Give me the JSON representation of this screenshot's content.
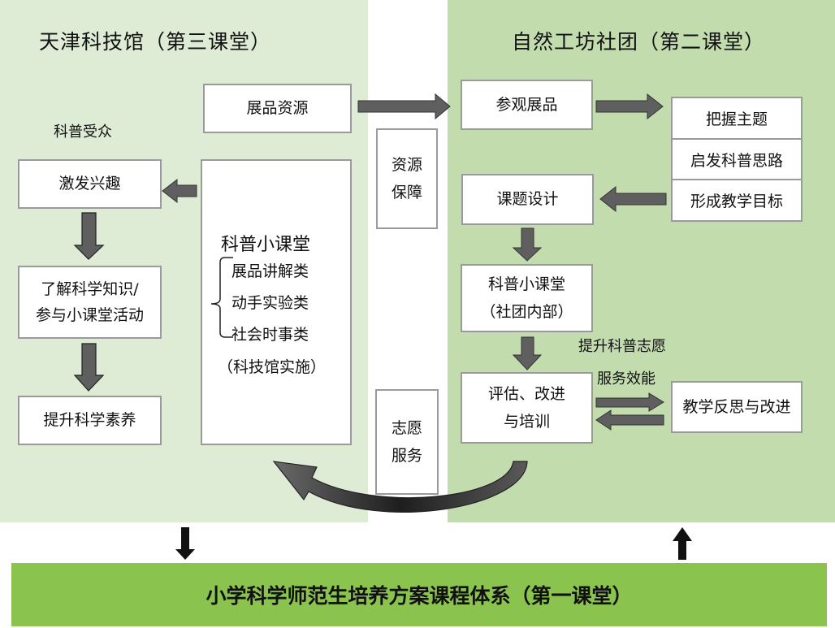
{
  "left_panel": {
    "title": "天津科技馆（第三课堂）",
    "audience_label": "科普受众",
    "exhibit_resources": "展品资源",
    "flow": [
      "激发兴趣",
      "了解科学知识/",
      "参与小课堂活动",
      "提升科学素养"
    ],
    "classroom": {
      "title": "科普小课堂",
      "types": [
        "展品讲解类",
        "动手实验类",
        "社会时事类"
      ],
      "note": "（科技馆实施）"
    }
  },
  "middle": {
    "resource_support": [
      "资源",
      "保障"
    ],
    "volunteer_service": [
      "志愿",
      "服务"
    ]
  },
  "right_panel": {
    "title": "自然工坊社团（第二课堂）",
    "visit_exhibits": "参观展品",
    "stack": [
      "把握主题",
      "启发科普思路",
      "形成教学目标"
    ],
    "topic_design": "课题设计",
    "club_classroom": [
      "科普小课堂",
      "（社团内部）"
    ],
    "evaluation": [
      "评估、改进",
      "与培训"
    ],
    "reflection": "教学反思与改进",
    "efficiency_label": [
      "提升科普志愿",
      "服务效能"
    ]
  },
  "bottom": {
    "title": "小学科学师范生培养方案课程体系（第一课堂）"
  },
  "colors": {
    "left_bg": "#deebd5",
    "right_bg": "#c2dcae",
    "bottom_bar": "#8bc34f",
    "arrow_fill": "#5f5f5f"
  }
}
